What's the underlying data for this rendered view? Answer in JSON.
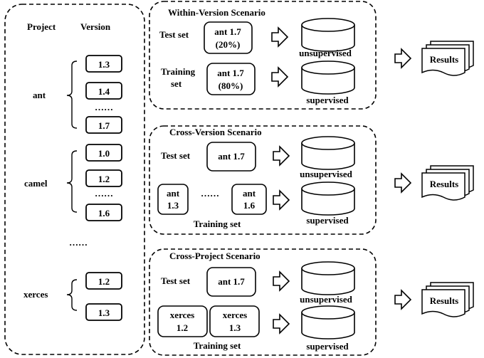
{
  "left_panel": {
    "header_project": "Project",
    "header_version": "Version",
    "projects": [
      {
        "name": "ant",
        "versions": [
          "1.3",
          "1.4",
          "1.7"
        ],
        "gap": "……"
      },
      {
        "name": "camel",
        "versions": [
          "1.0",
          "1.2",
          "1.6"
        ],
        "gap": "……"
      },
      {
        "name": "xerces",
        "versions": [
          "1.2",
          "1.3"
        ]
      }
    ],
    "between_projects": "……"
  },
  "scenarios": [
    {
      "title": "Within-Version Scenario",
      "test_label": "Test set",
      "test_box": [
        "ant 1.7",
        "(20%)"
      ],
      "train_label": [
        "Training",
        "set"
      ],
      "train_box": [
        "ant 1.7",
        "(80%)"
      ],
      "db_top": "unsupervised",
      "db_bottom": "supervised",
      "results": "Results"
    },
    {
      "title": "Cross-Version Scenario",
      "test_label": "Test set",
      "test_box": "ant 1.7",
      "train_box_a": [
        "ant",
        "1.3"
      ],
      "train_gap": "……",
      "train_box_b": [
        "ant",
        "1.6"
      ],
      "train_label": "Training set",
      "db_top": "unsupervised",
      "db_bottom": "supervised",
      "results": "Results"
    },
    {
      "title": "Cross-Project Scenario",
      "test_label": "Test set",
      "test_box": "ant 1.7",
      "train_box_a": [
        "xerces",
        "1.2"
      ],
      "train_box_b": [
        "xerces",
        "1.3"
      ],
      "train_label": "Training set",
      "db_top": "unsupervised",
      "db_bottom": "supervised",
      "results": "Results"
    }
  ]
}
